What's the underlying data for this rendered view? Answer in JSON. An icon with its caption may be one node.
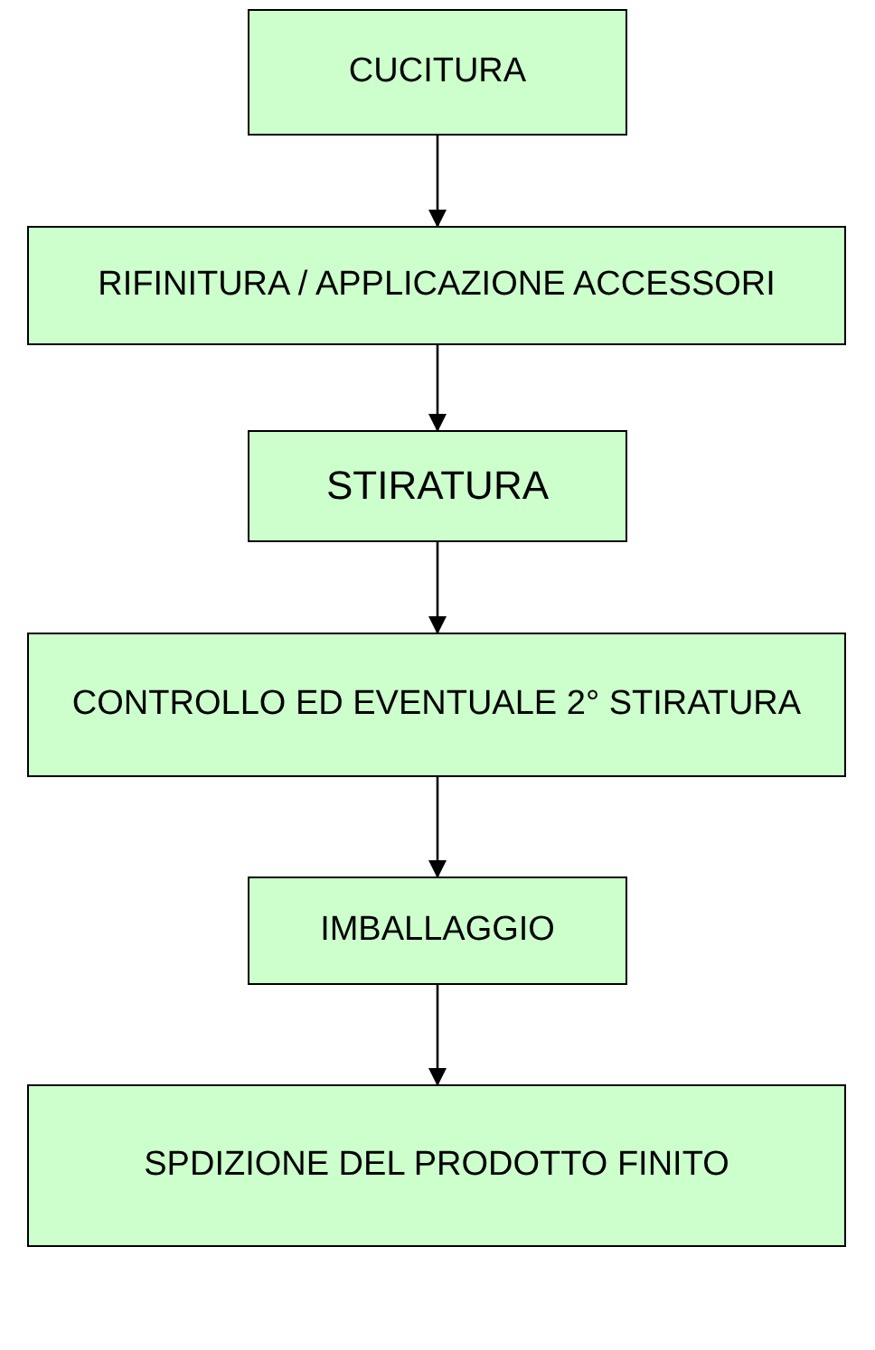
{
  "diagram": {
    "nodes": [
      {
        "text": [
          "CUCITURA"
        ]
      },
      {
        "text": [
          "RIFINITURA / APPLICAZIONE ACCESSORI"
        ]
      },
      {
        "text": [
          "STIRATURA"
        ]
      },
      {
        "text": [
          "CONTROLLO ED EVENTUALE 2° STIRATURA"
        ]
      },
      {
        "text": [
          "IMBALLAGGIO"
        ]
      },
      {
        "text": [
          "SPDIZIONE DEL PRODOTTO FINITO"
        ]
      }
    ],
    "edges": [
      {
        "from": 0,
        "to": 1,
        "arrow": "to"
      },
      {
        "from": 1,
        "to": 2,
        "arrow": "to"
      },
      {
        "from": 2,
        "to": 3,
        "arrow": "to"
      },
      {
        "from": 3,
        "to": 4,
        "arrow": "to"
      },
      {
        "from": 4,
        "to": 5,
        "arrow": "to"
      }
    ]
  }
}
